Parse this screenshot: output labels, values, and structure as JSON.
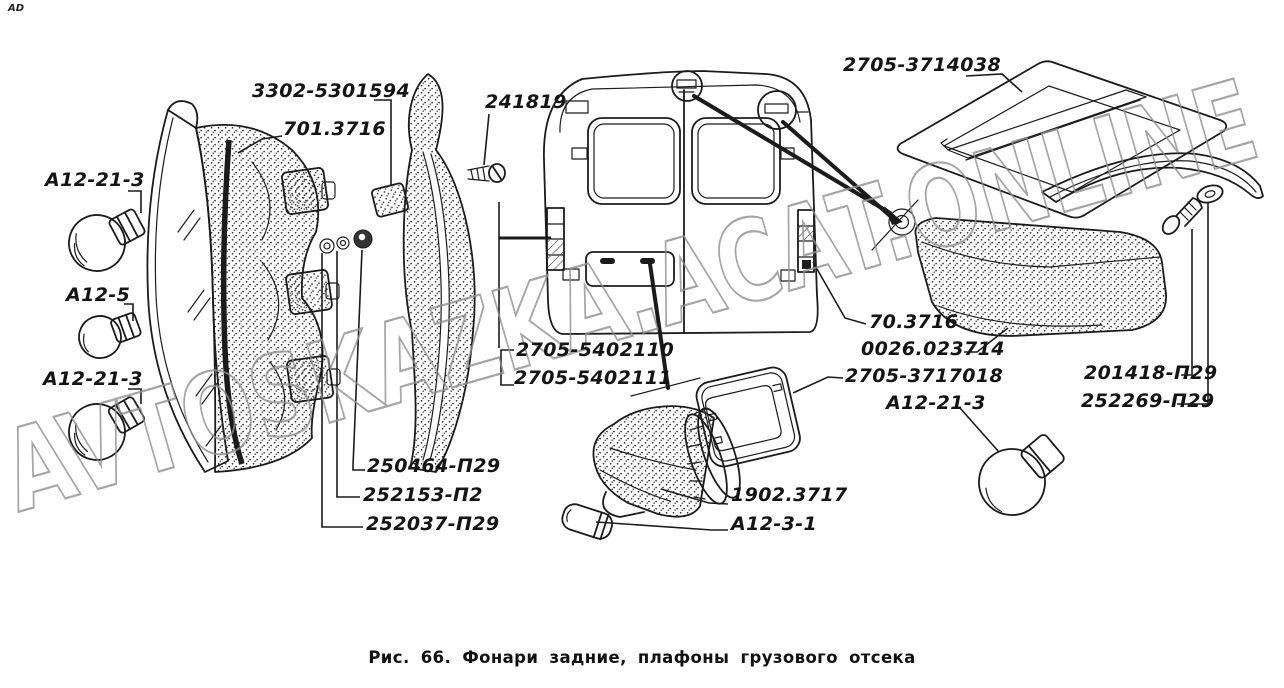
{
  "page": {
    "corner_mark": "AD",
    "watermark": "AVTOSKAZKA.ACAT.ONLINE",
    "caption": "Рис. 66. Фонари задние, плафоны грузового отсека"
  },
  "diagram": {
    "subject": "rear-lamps-and-cargo-bay-plafonds",
    "ink_color": "#1b1b1b",
    "watermark_color": "#8f8f8f"
  },
  "labels": [
    {
      "name": "part-3302-5301594",
      "text": "3302-5301594"
    },
    {
      "name": "part-701-3716",
      "text": "701.3716"
    },
    {
      "name": "part-a12-21-3-a",
      "text": "А12-21-3"
    },
    {
      "name": "part-a12-5",
      "text": "А12-5"
    },
    {
      "name": "part-a12-21-3-b",
      "text": "А12-21-3"
    },
    {
      "name": "part-241819",
      "text": "241819"
    },
    {
      "name": "part-2705-3714038",
      "text": "2705-3714038"
    },
    {
      "name": "part-2705-5402110",
      "text": "2705-5402110"
    },
    {
      "name": "part-2705-5402111",
      "text": "2705-5402111"
    },
    {
      "name": "part-250464-p29",
      "text": "250464-П29"
    },
    {
      "name": "part-252153-p2",
      "text": "252153-П2"
    },
    {
      "name": "part-252037-p29",
      "text": "252037-П29"
    },
    {
      "name": "part-70-3716",
      "text": "70.3716"
    },
    {
      "name": "part-0026-023714",
      "text": "0026.023714"
    },
    {
      "name": "part-2705-3717018",
      "text": "2705-3717018"
    },
    {
      "name": "part-a12-21-3-c",
      "text": "А12-21-3"
    },
    {
      "name": "part-201418-p29",
      "text": "201418-П29"
    },
    {
      "name": "part-252269-p29",
      "text": "252269-П29"
    },
    {
      "name": "part-1902-3717",
      "text": "1902.3717"
    },
    {
      "name": "part-a12-3-1",
      "text": "А12-3-1"
    }
  ]
}
